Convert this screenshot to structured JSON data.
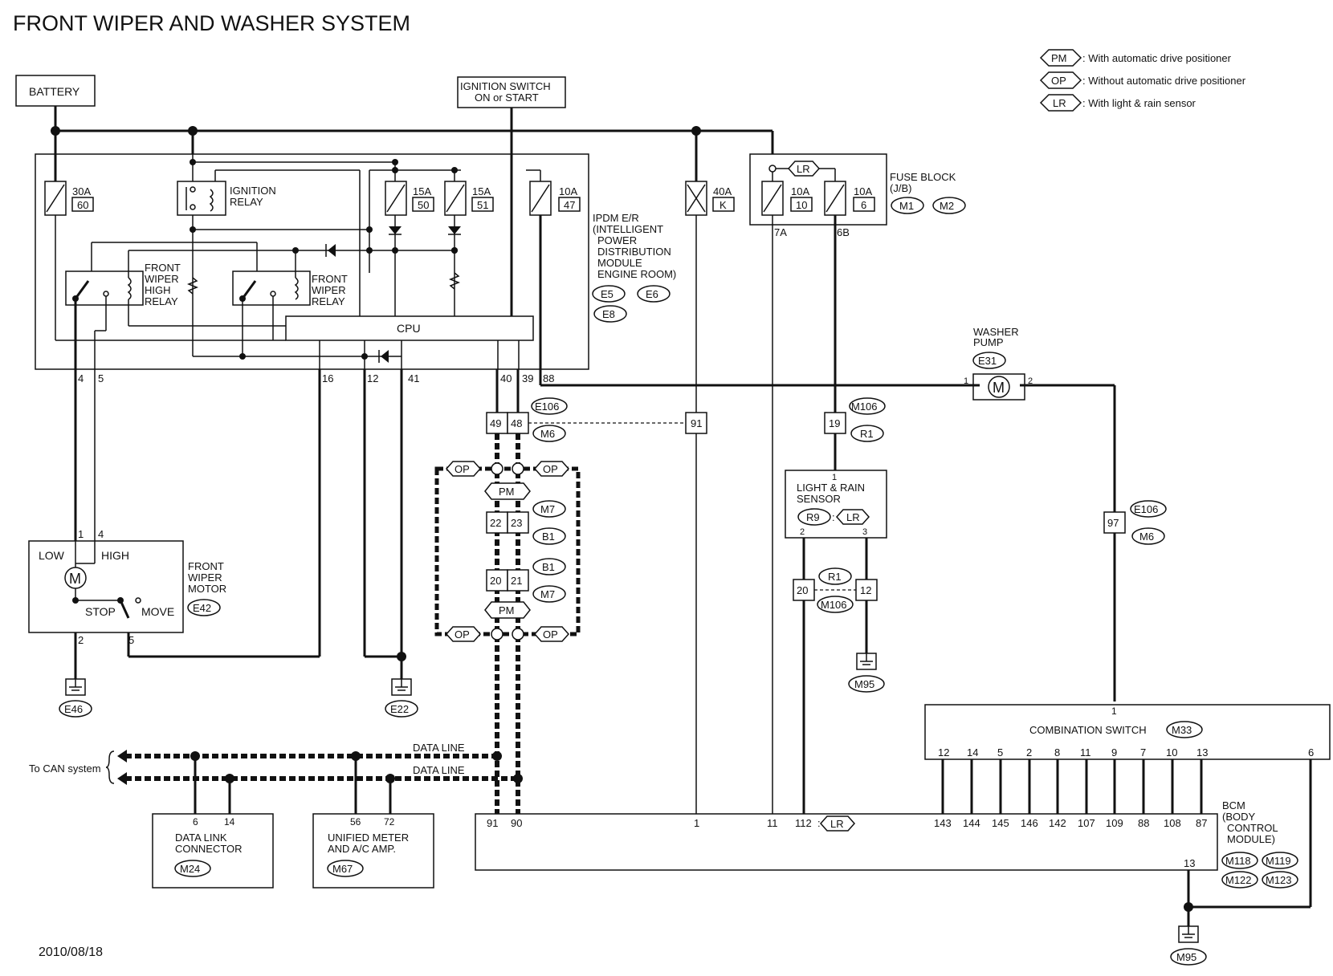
{
  "title": "FRONT WIPER AND WASHER SYSTEM",
  "date": "2010/08/18",
  "legend": [
    {
      "code": "PM",
      "text": ": With automatic drive positioner"
    },
    {
      "code": "OP",
      "text": ": Without automatic drive positioner"
    },
    {
      "code": "LR",
      "text": ": With light & rain sensor"
    }
  ],
  "battery": "BATTERY",
  "ignition_switch": {
    "line1": "IGNITION SWITCH",
    "line2": "ON or START"
  },
  "ipdm": {
    "lines": [
      "IPDM E/R",
      "(INTELLIGENT",
      "POWER",
      "DISTRIBUTION",
      "MODULE",
      "ENGINE ROOM)"
    ],
    "connectors": [
      "E5",
      "E6",
      "E8"
    ],
    "fuses": [
      {
        "amp": "30A",
        "num": "60"
      },
      {
        "amp": "15A",
        "num": "50"
      },
      {
        "amp": "15A",
        "num": "51"
      },
      {
        "amp": "10A",
        "num": "47"
      }
    ],
    "ignition_relay": [
      "IGNITION",
      "RELAY"
    ],
    "high_relay": [
      "FRONT",
      "WIPER",
      "HIGH",
      "RELAY"
    ],
    "wiper_relay": [
      "FRONT",
      "WIPER",
      "RELAY"
    ],
    "cpu": "CPU",
    "pins": [
      "4",
      "5",
      "16",
      "12",
      "41",
      "40",
      "39",
      "88"
    ]
  },
  "fusible_link": {
    "amp": "40A",
    "num": "K"
  },
  "fuse_block": {
    "lines": [
      "FUSE BLOCK",
      "(J/B)"
    ],
    "connectors": [
      "M1",
      "M2"
    ],
    "fuses": [
      {
        "amp": "10A",
        "num": "10"
      },
      {
        "amp": "10A",
        "num": "6"
      }
    ],
    "tag": "LR",
    "pins": [
      "7A",
      "6B"
    ]
  },
  "washer_pump": {
    "lines": [
      "WASHER",
      "PUMP"
    ],
    "connector": "E31",
    "pins": [
      "1",
      "2"
    ]
  },
  "wiper_motor": {
    "lines": [
      "FRONT",
      "WIPER",
      "MOTOR"
    ],
    "connector": "E42",
    "low": "LOW",
    "high": "HIGH",
    "stop": "STOP",
    "move": "MOVE",
    "pins": [
      "1",
      "4",
      "2",
      "5"
    ]
  },
  "light_rain_sensor": {
    "lines": [
      "LIGHT & RAIN",
      "SENSOR"
    ],
    "connector": "R9",
    "tag": "LR",
    "pins": [
      "1",
      "2",
      "3"
    ]
  },
  "harness": {
    "e106_top": {
      "pins": [
        "49",
        "48"
      ],
      "connectors": [
        "E106",
        "M6"
      ],
      "pin91": "91"
    },
    "m106": {
      "pin": "19",
      "connectors": [
        "M106",
        "R1"
      ]
    },
    "mid": {
      "pins_a": [
        "22",
        "23"
      ],
      "pins_b": [
        "20",
        "21"
      ],
      "conn_a": [
        "M7",
        "B1"
      ],
      "conn_b": [
        "B1",
        "M7"
      ]
    },
    "r1": {
      "pins": [
        "20",
        "12"
      ],
      "connectors": [
        "R1",
        "M106"
      ]
    },
    "e106_mid": {
      "pin": "97",
      "connectors": [
        "E106",
        "M6"
      ]
    },
    "op": "OP",
    "pm": "PM"
  },
  "combination_switch": {
    "label": "COMBINATION SWITCH",
    "connector": "M33",
    "pins": [
      "12",
      "14",
      "5",
      "2",
      "8",
      "11",
      "9",
      "7",
      "10",
      "13"
    ],
    "top_pin": "1",
    "right_pin": "6"
  },
  "bcm": {
    "lines": [
      "BCM",
      "(BODY",
      "CONTROL",
      "MODULE)"
    ],
    "connectors": [
      "M118",
      "M119",
      "M122",
      "M123"
    ],
    "pins": [
      "91",
      "90",
      "1",
      "11",
      "112",
      "143",
      "144",
      "145",
      "146",
      "142",
      "107",
      "109",
      "88",
      "108",
      "87",
      "13"
    ],
    "lr": "LR"
  },
  "data_link": {
    "lines": [
      "DATA LINK",
      "CONNECTOR"
    ],
    "connector": "M24",
    "pins": [
      "6",
      "14"
    ]
  },
  "meter": {
    "lines": [
      "UNIFIED METER",
      "AND A/C AMP."
    ],
    "connector": "M67",
    "pins": [
      "56",
      "72"
    ]
  },
  "can": {
    "to_can": "To CAN system",
    "data_line": "DATA LINE"
  },
  "grounds": [
    "E46",
    "E22",
    "M95",
    "M95"
  ]
}
